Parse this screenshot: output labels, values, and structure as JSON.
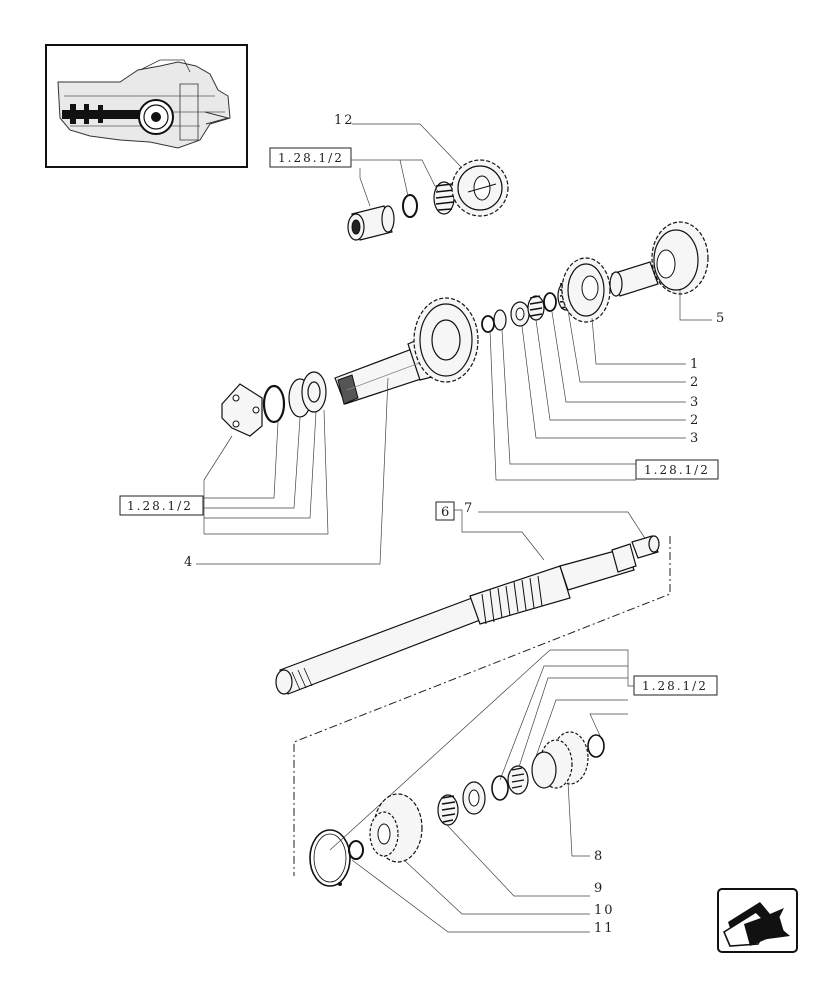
{
  "diagram": {
    "references": [
      {
        "id": "ref-top",
        "text": "1.28.1/2"
      },
      {
        "id": "ref-right",
        "text": "1.28.1/2"
      },
      {
        "id": "ref-left",
        "text": "1.28.1/2"
      },
      {
        "id": "ref-bottom",
        "text": "1.28.1/2"
      }
    ],
    "callouts": [
      {
        "id": "c12",
        "text": "12"
      },
      {
        "id": "c5",
        "text": "5"
      },
      {
        "id": "c1",
        "text": "1"
      },
      {
        "id": "c2a",
        "text": "2"
      },
      {
        "id": "c3a",
        "text": "3"
      },
      {
        "id": "c2b",
        "text": "2"
      },
      {
        "id": "c3b",
        "text": "3"
      },
      {
        "id": "c4",
        "text": "4"
      },
      {
        "id": "c6",
        "text": "6"
      },
      {
        "id": "c7",
        "text": "7"
      },
      {
        "id": "c8",
        "text": "8"
      },
      {
        "id": "c9",
        "text": "9"
      },
      {
        "id": "c10",
        "text": "10"
      },
      {
        "id": "c11",
        "text": "11"
      }
    ]
  },
  "nav": {
    "icon": "back-arrow-icon"
  }
}
